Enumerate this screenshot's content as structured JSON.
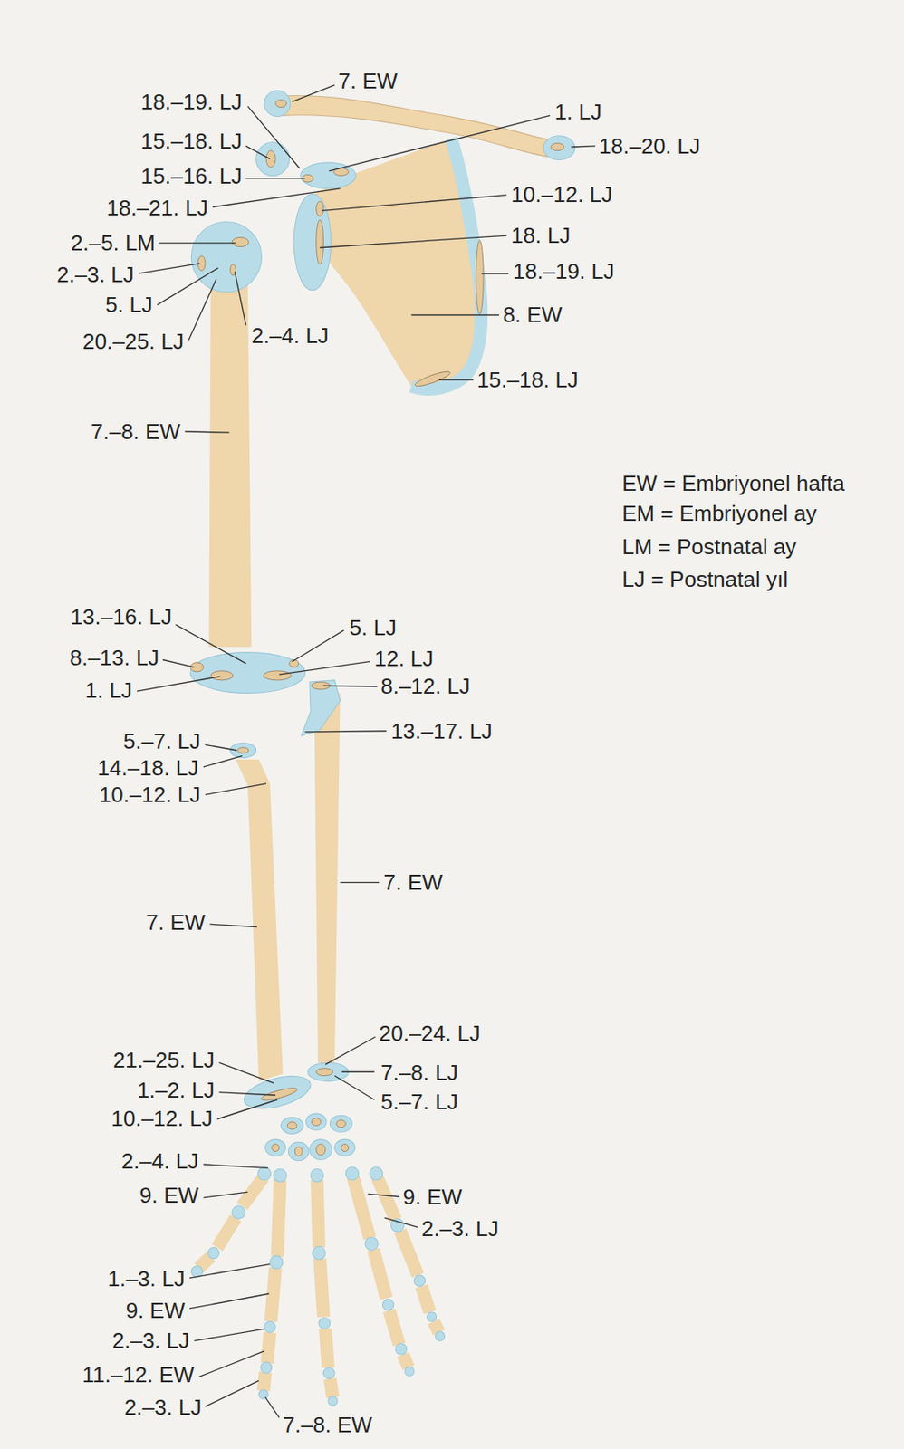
{
  "diagram": {
    "labels": [
      "7. EW",
      "18.–19. LJ",
      "1. LJ",
      "18.–20. LJ",
      "15.–18. LJ",
      "15.–16. LJ",
      "18.–21. LJ",
      "10.–12. LJ",
      "2.–5. LM",
      "18. LJ",
      "2.–3. LJ",
      "18.–19. LJ",
      "5. LJ",
      "2.–4. LJ",
      "20.–25. LJ",
      "8. EW",
      "15.–18. LJ",
      "7.–8. EW",
      "EW = Embriyonel hafta",
      "EM = Embriyonel ay",
      "LM = Postnatal ay",
      "LJ = Postnatal yıl",
      "13.–16. LJ",
      "5. LJ",
      "8.–13. LJ",
      "12. LJ",
      "1. LJ",
      "8.–12. LJ",
      "13.–17. LJ",
      "5.–7. LJ",
      "14.–18. LJ",
      "10.–12. LJ",
      "7. EW",
      "7. EW",
      "20.–24. LJ",
      "21.–25. LJ",
      "7.–8. LJ",
      "1.–2. LJ",
      "5.–7. LJ",
      "10.–12. LJ",
      "2.–4. LJ",
      "9. EW",
      "9. EW",
      "2.–3. LJ",
      "1.–3. LJ",
      "9. EW",
      "2.–3. LJ",
      "11.–12. EW",
      "2.–3. LJ",
      "7.–8. EW"
    ]
  }
}
